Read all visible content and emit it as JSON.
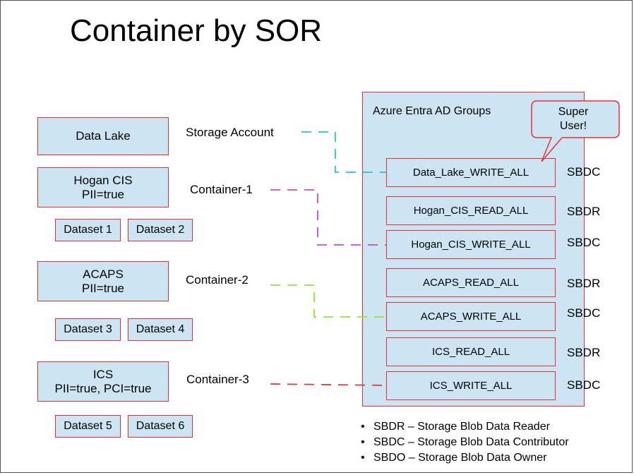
{
  "title": "Container by SOR",
  "sors": [
    {
      "name": "Data Lake",
      "pii": ""
    },
    {
      "name": "Hogan CIS",
      "pii": "PII=true"
    },
    {
      "name": "ACAPS",
      "pii": "PII=true"
    },
    {
      "name": "ICS",
      "pii": "PII=true, PCI=true"
    }
  ],
  "datasets": [
    "Dataset 1",
    "Dataset 2",
    "Dataset 3",
    "Dataset 4",
    "Dataset 5",
    "Dataset 6"
  ],
  "connectors": [
    "Storage Account",
    "Container-1",
    "Container-2",
    "Container-3"
  ],
  "connector_colors": {
    "storage": "#22c7c7",
    "container1": "#c64bd1",
    "container2": "#8ee63b",
    "container3": "#e03a3a"
  },
  "azure": {
    "title": "Azure Entra AD Groups",
    "callout": [
      "Super",
      "User!"
    ],
    "groups": [
      {
        "name": "Data_Lake_WRITE_ALL",
        "role": "SBDC"
      },
      {
        "name": "Hogan_CIS_READ_ALL",
        "role": "SBDR"
      },
      {
        "name": "Hogan_CIS_WRITE_ALL",
        "role": "SBDC"
      },
      {
        "name": "ACAPS_READ_ALL",
        "role": "SBDR"
      },
      {
        "name": "ACAPS_WRITE_ALL",
        "role": "SBDC"
      },
      {
        "name": "ICS_READ_ALL",
        "role": "SBDR"
      },
      {
        "name": "ICS_WRITE_ALL",
        "role": "SBDC"
      }
    ]
  },
  "legend": [
    "SBDR – Storage Blob Data Reader",
    "SBDC – Storage Blob Data Contributor",
    "SBDO – Storage Blob Data Owner"
  ],
  "colors": {
    "box_fill": "#cde5f3",
    "box_border": "#e83030"
  }
}
